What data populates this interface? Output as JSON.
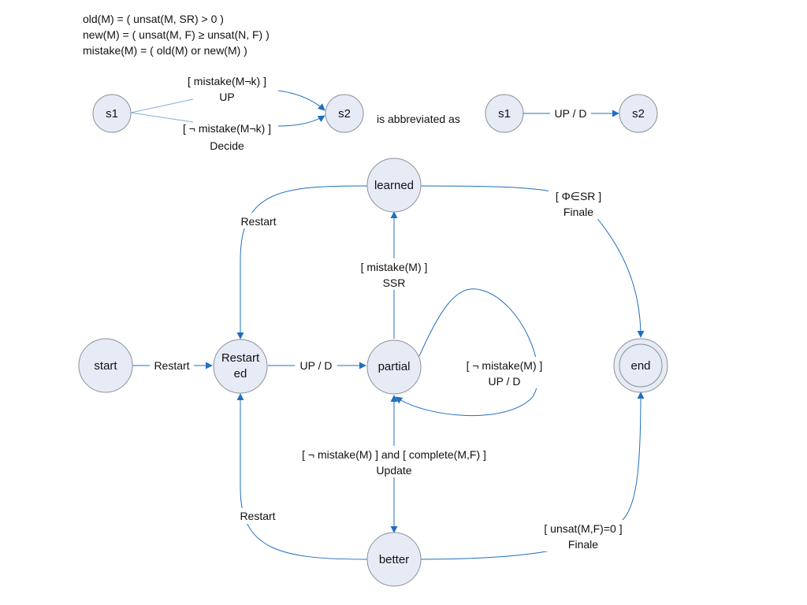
{
  "definitions": [
    "old(M) = ( unsat(M, SR) > 0 )",
    "new(M) =  ( unsat(M, F) ≥ unsat(N, F) )",
    "mistake(M) = ( old(M) or new(M) )"
  ],
  "legend": {
    "s1": "s1",
    "s2": "s2",
    "upper_guard": "[ mistake(M¬k) ]",
    "upper_action": "UP",
    "lower_guard": "[ ¬ mistake(M¬k) ]",
    "lower_action": "Decide",
    "abbrev_text": "is abbreviated as",
    "abbrev_s1": "s1",
    "abbrev_s2": "s2",
    "abbrev_label": "UP / D"
  },
  "nodes": {
    "start": "start",
    "restarted_line1": "Restart",
    "restarted_line2": "ed",
    "partial": "partial",
    "learned": "learned",
    "better": "better",
    "end": "end"
  },
  "edges": {
    "start_to_restarted": "Restart",
    "restarted_to_partial": "UP / D",
    "learned_restart": "Restart",
    "partial_learned_guard": "[ mistake(M) ]",
    "partial_learned_action": "SSR",
    "learned_end_guard": "[ Φ∈SR ]",
    "learned_end_action": "Finale",
    "self_loop_guard": "[ ¬ mistake(M) ]",
    "self_loop_action": "UP / D",
    "partial_better_guard": "[ ¬ mistake(M) ] and [ complete(M,F) ]",
    "partial_better_action": "Update",
    "better_restart": "Restart",
    "better_end_guard": "[ unsat(M,F)=0 ]",
    "better_end_action": "Finale"
  }
}
